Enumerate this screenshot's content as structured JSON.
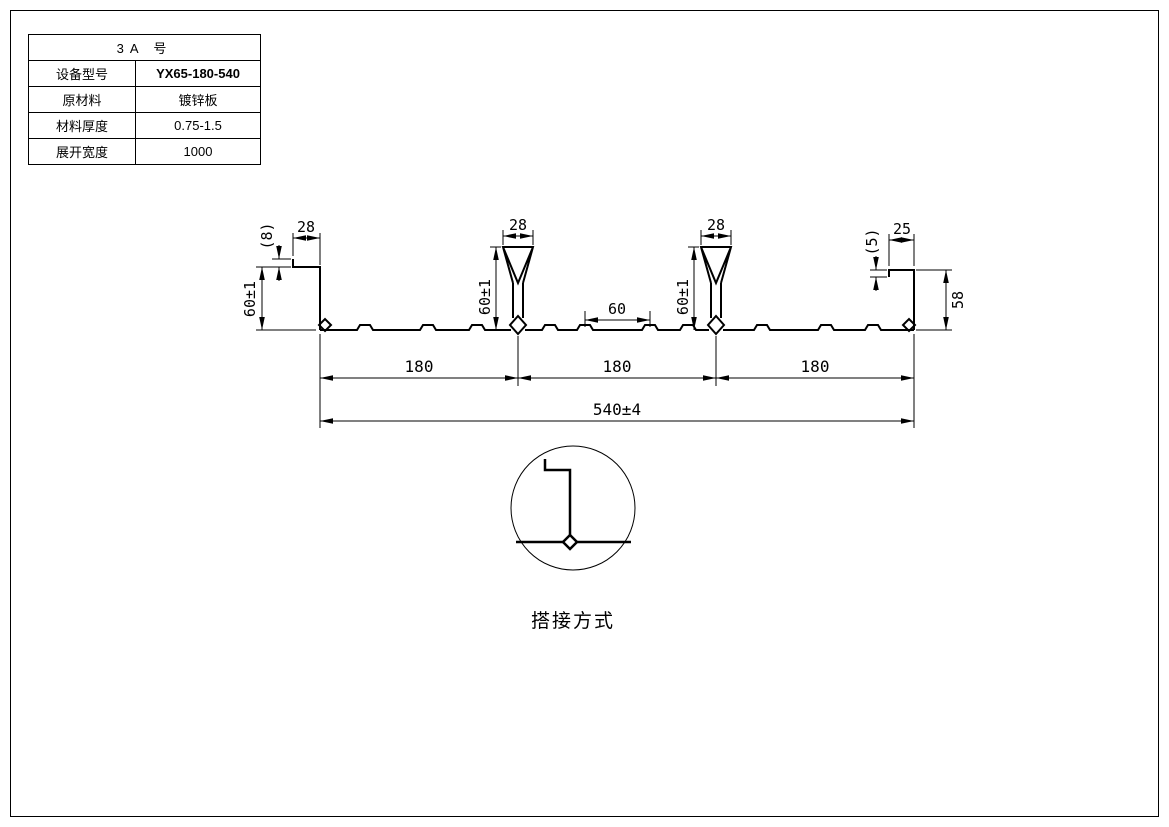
{
  "spec_table": {
    "title": "3A 号",
    "rows": [
      {
        "label": "设备型号",
        "value": "YX65-180-540"
      },
      {
        "label": "原材料",
        "value": "镀锌板"
      },
      {
        "label": "材料厚度",
        "value": "0.75-1.5"
      },
      {
        "label": "展开宽度",
        "value": "1000"
      }
    ]
  },
  "dims": {
    "left_lip": "(8)",
    "left_hook_width": "28",
    "left_height": "60±1",
    "rib1_width": "28",
    "rib1_height": "60±1",
    "rib2_width": "28",
    "rib2_height": "60±1",
    "center_spacing": "60",
    "right_hook_width": "25",
    "right_lip": "(5)",
    "right_height": "58",
    "pitch1": "180",
    "pitch2": "180",
    "pitch3": "180",
    "overall": "540±4"
  },
  "detail": {
    "caption": "搭接方式"
  }
}
